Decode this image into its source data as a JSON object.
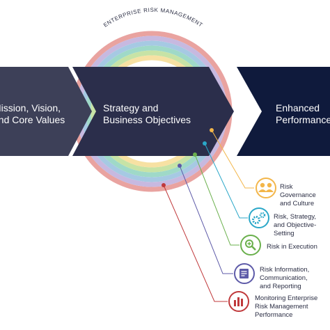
{
  "arc_title": "ENTERPRISE RISK MANAGEMENT",
  "chevrons": [
    {
      "label": "Mission, Vision,\nand Core Values",
      "color": "#3d4058"
    },
    {
      "label": "Strategy and\nBusiness Objectives",
      "color": "#2b2e4b"
    },
    {
      "label": "Enhanced\nPerformance",
      "color": "#0f1a3c"
    }
  ],
  "rings": [
    "#e9a3a0",
    "#c7b9e0",
    "#a6c9e3",
    "#9fd9c8",
    "#c7e3a6",
    "#f7e1a3"
  ],
  "components": [
    {
      "label": "Risk Governance\nand Culture",
      "icon": "people-icon",
      "color": "#f3b64a"
    },
    {
      "label": "Risk, Strategy,\nand Objective-Setting",
      "icon": "gears-icon",
      "color": "#2aa7c8"
    },
    {
      "label": "Risk in Execution",
      "icon": "magnifier-plus-icon",
      "color": "#6ab04c"
    },
    {
      "label": "Risk Information,\nCommunication,\nand Reporting",
      "icon": "document-icon",
      "color": "#5d5aa8"
    },
    {
      "label": "Monitoring Enterprise\nRisk Management\nPerformance",
      "icon": "bar-chart-icon",
      "color": "#c0393b"
    }
  ]
}
